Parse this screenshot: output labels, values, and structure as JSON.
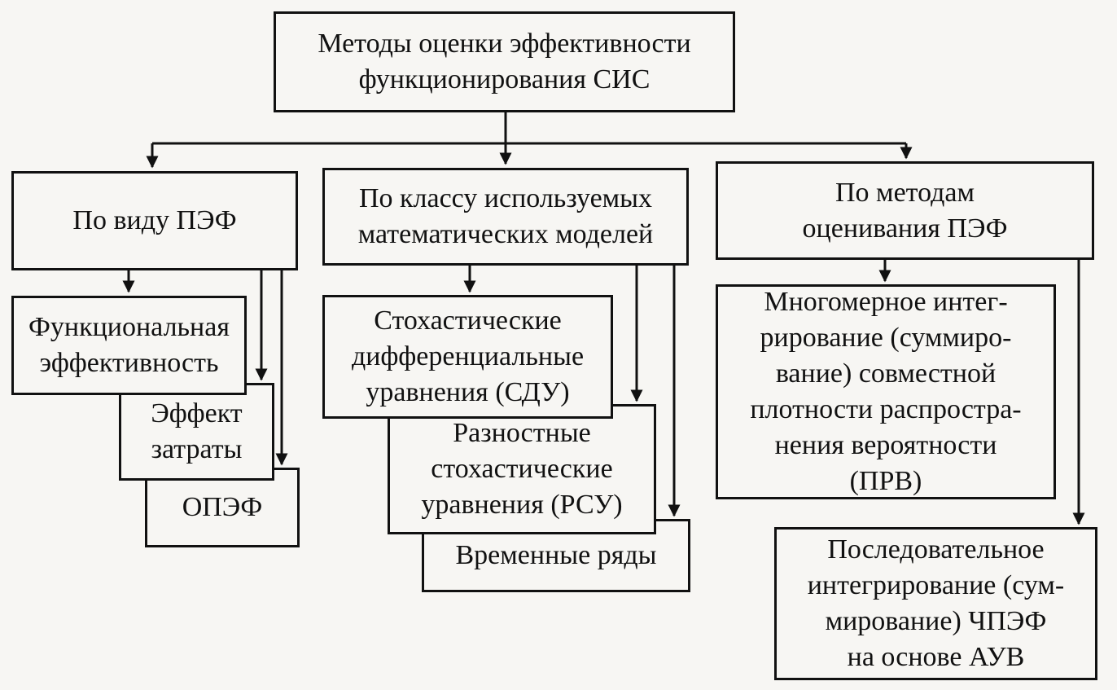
{
  "diagram": {
    "root": "Методы оценки эффективности\nфункционирования СИС",
    "cat1": {
      "label": "По виду ПЭФ",
      "items": [
        "Функциональная\nэффективность",
        "Эффект\nзатраты",
        "ОПЭФ"
      ]
    },
    "cat2": {
      "label": "По классу используемых\nматематических моделей",
      "items": [
        "Стохастические\nдифференциальные\nуравнения (СДУ)",
        "Разностные\nстохастические\nуравнения (РСУ)",
        "Временные ряды"
      ]
    },
    "cat3": {
      "label": "По методам\nоценивания ПЭФ",
      "items": [
        "Многомерное интег-\nрирование (суммиро-\nвание) совместной\nплотности распростра-\nнения вероятности\n(ПРВ)",
        "Последовательное\nинтегрирование (сум-\nмирование) ЧПЭФ\nна основе АУВ"
      ]
    }
  }
}
